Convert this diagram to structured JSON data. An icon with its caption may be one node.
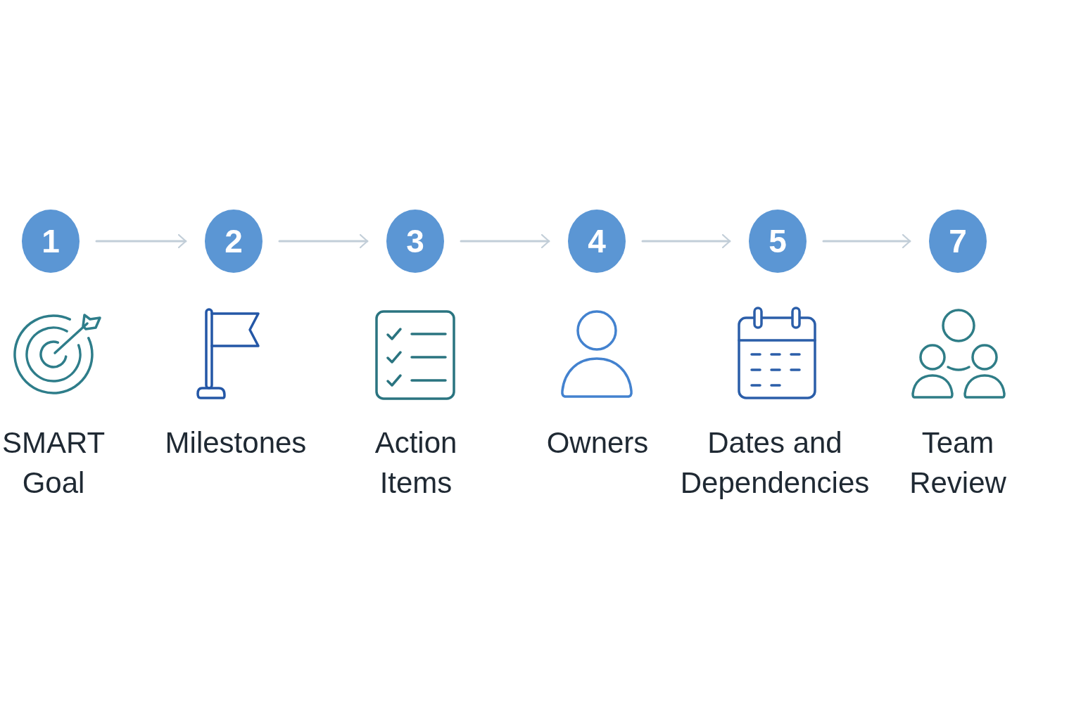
{
  "diagram": {
    "nodes": [
      {
        "text": [
          "1"
        ]
      },
      {
        "text": [
          "2"
        ]
      },
      {
        "text": [
          "3"
        ]
      },
      {
        "text": [
          "4"
        ]
      },
      {
        "text": [
          "5"
        ]
      },
      {
        "text": [
          "7"
        ]
      }
    ],
    "edges": [
      {
        "from": 0,
        "to": 1,
        "arrow": "to"
      },
      {
        "from": 1,
        "to": 2,
        "arrow": "to"
      },
      {
        "from": 2,
        "to": 3,
        "arrow": "to"
      },
      {
        "from": 3,
        "to": 4,
        "arrow": "to"
      },
      {
        "from": 4,
        "to": 5,
        "arrow": "to"
      }
    ],
    "labels": [
      "SMART Goal",
      "Milestones",
      "Action Items",
      "Owners",
      "Dates and Dependencies",
      "Team Review"
    ]
  }
}
